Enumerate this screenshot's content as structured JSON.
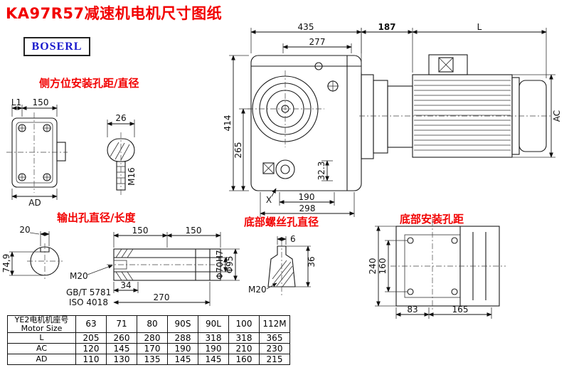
{
  "title": "KA97R57减速机电机尺寸图纸",
  "brand": "BOSERL",
  "labels": {
    "side_mount": "侧方位安装孔距/直径",
    "output_hole": "输出孔直径/长度",
    "bottom_screw": "底部螺丝孔直径",
    "bottom_mount": "底部安装孔距"
  },
  "main_view": {
    "d435": "435",
    "d277": "277",
    "d414": "414",
    "d265": "265",
    "d32_3": "32.3",
    "d190": "190",
    "d298": "298",
    "dX": "X"
  },
  "motor_view": {
    "d187": "187",
    "dL": "L",
    "dAC": "AC"
  },
  "side_view": {
    "dL1": "L1",
    "d150": "150",
    "dAD": "AD"
  },
  "shaft_detail": {
    "d26": "26",
    "dM16": "M16"
  },
  "output_view": {
    "d20": "20",
    "d150a": "150",
    "d150b": "150",
    "d74_9": "74,9",
    "dM20": "M20",
    "std_gb": "GB/T 5781",
    "std_iso": "ISO 4018",
    "d34": "34",
    "d270": "270",
    "d70": "Φ70H7",
    "d95": "Φ95"
  },
  "bolt_view": {
    "d6": "6",
    "d36": "36",
    "dM20": "M20"
  },
  "bottom_view": {
    "d240": "240",
    "d160": "160",
    "d83": "83",
    "d165": "165"
  },
  "table": {
    "header_cn": "YE2电机机座号",
    "header_en": "Motor Size",
    "sizes": [
      "63",
      "71",
      "80",
      "90S",
      "90L",
      "100",
      "112M"
    ],
    "rows": [
      {
        "label": "L",
        "values": [
          "205",
          "260",
          "280",
          "288",
          "318",
          "318",
          "365"
        ]
      },
      {
        "label": "AC",
        "values": [
          "120",
          "145",
          "170",
          "190",
          "190",
          "210",
          "230"
        ]
      },
      {
        "label": "AD",
        "values": [
          "110",
          "130",
          "135",
          "145",
          "145",
          "160",
          "215"
        ]
      }
    ]
  }
}
